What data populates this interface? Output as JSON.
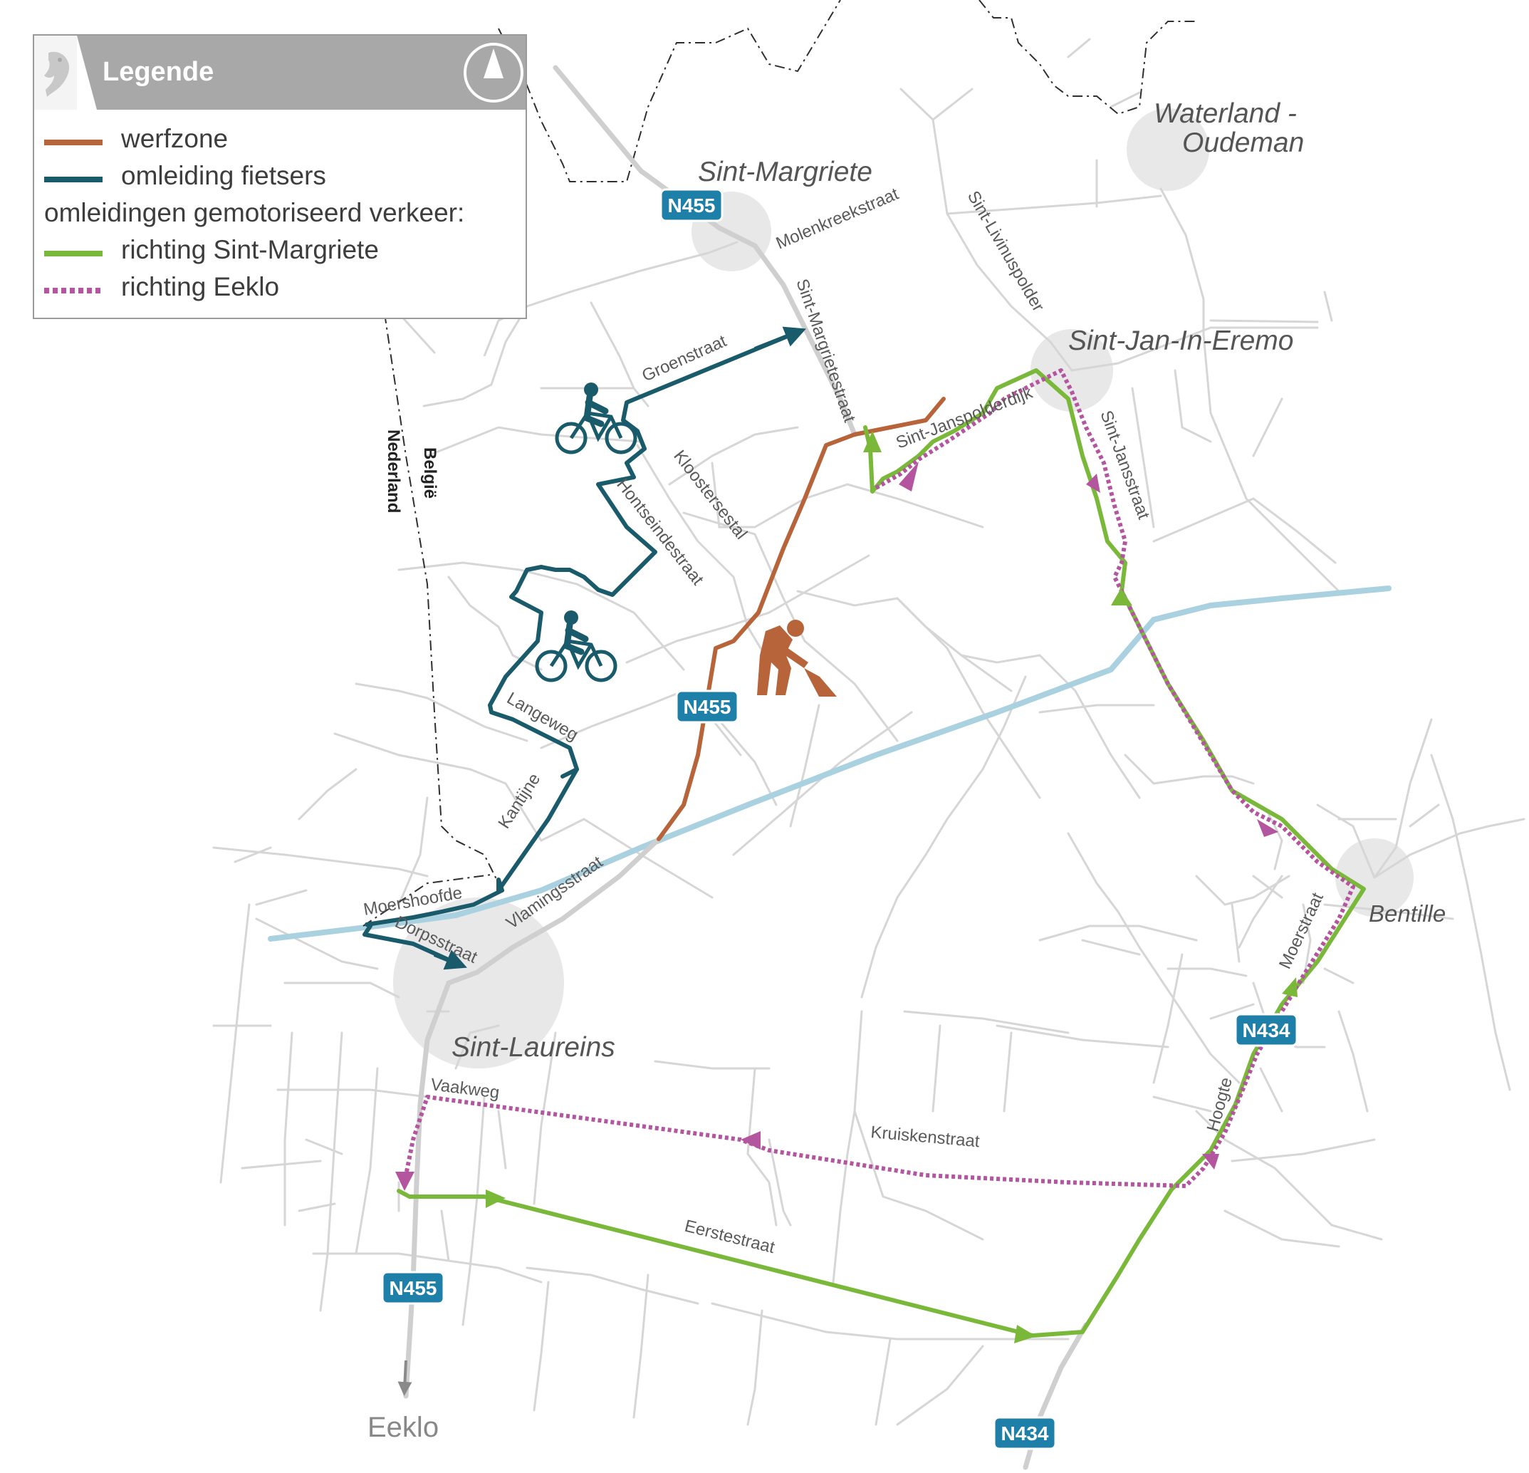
{
  "legend": {
    "title": "Legende",
    "north_label": "N",
    "items": [
      {
        "label": "werfzone",
        "color": "#b8643a",
        "style": "solid"
      },
      {
        "label": "omleiding fietsers",
        "color": "#1a5b6b",
        "style": "solid"
      }
    ],
    "motor_heading": "omleidingen gemotoriseerd verkeer:",
    "motor_items": [
      {
        "label": "richting Sint-Margriete",
        "color": "#7ab83a",
        "style": "solid"
      },
      {
        "label": "richting Eeklo",
        "color": "#b4559f",
        "style": "dotted"
      }
    ]
  },
  "places": {
    "sint_margriete": "Sint-Margriete",
    "waterland_1": "Waterland -",
    "waterland_2": "Oudeman",
    "sint_jan": "Sint-Jan-In-Eremo",
    "bentille": "Bentille",
    "sint_laureins": "Sint-Laureins",
    "eeklo": "Eeklo"
  },
  "border": {
    "belgium": "België",
    "netherlands": "Nederland"
  },
  "road_badges": {
    "n455_north": "N455",
    "n455_mid": "N455",
    "n455_south": "N455",
    "n434_east": "N434",
    "n434_south": "N434"
  },
  "streets": {
    "molenkreekstraat": "Molenkreekstraat",
    "sint_livinuspolder": "Sint-Livinuspolder",
    "sint_margrietestraat": "Sint-Margrietestraat",
    "groenstraat": "Groenstraat",
    "sint_janspolderdijk": "Sint-Janspolderdijk",
    "sint_jansstraat": "Sint-Jansstraat",
    "kloostersestal": "Kloostersestal",
    "hontseindestraat": "Hontseindestraat",
    "langeweg": "Langeweg",
    "kantijne": "Kantijne",
    "moershoofde": "Moershoofde",
    "dorpsstraat": "Dorpsstraat",
    "vlamingsstraat": "Vlamingsstraat",
    "moerstraat": "Moerstraat",
    "vaakweg": "Vaakweg",
    "kruiskenstraat": "Kruiskenstraat",
    "hoogte": "Hoogte",
    "eerstestraat": "Eerstestraat"
  },
  "icons": [
    "bicycle-icon",
    "worker-digging-icon",
    "north-arrow-icon",
    "lion-logo-icon"
  ],
  "colors": {
    "werfzone": "#b8643a",
    "cyclists": "#1a5b6b",
    "to_sint_margriete": "#7ab83a",
    "to_eeklo": "#b4559f",
    "badge": "#1e7fa8",
    "road": "#d4d4d4",
    "canal": "#a9d1e0"
  }
}
